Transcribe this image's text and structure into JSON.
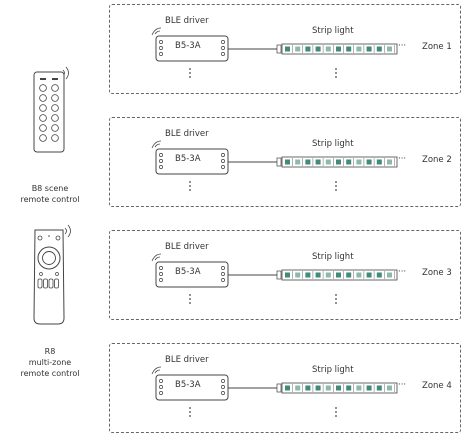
{
  "remotes": [
    {
      "name": "B8 scene",
      "subtitle": "remote control"
    },
    {
      "name": "R8",
      "line2": "multi-zone",
      "subtitle": "remote control"
    }
  ],
  "zones": [
    {
      "driver_label": "BLE driver",
      "driver_model": "B5-3A",
      "strip_label": "Strip light",
      "zone_label": "Zone 1",
      "ellipsis": "···"
    },
    {
      "driver_label": "BLE driver",
      "driver_model": "B5-3A",
      "strip_label": "Strip light",
      "zone_label": "Zone 2",
      "ellipsis": "···"
    },
    {
      "driver_label": "BLE driver",
      "driver_model": "B5-3A",
      "strip_label": "Strip light",
      "zone_label": "Zone 3",
      "ellipsis": "···"
    },
    {
      "driver_label": "BLE driver",
      "driver_model": "B5-3A",
      "strip_label": "Strip light",
      "zone_label": "Zone 4",
      "ellipsis": "···"
    }
  ],
  "icons": {
    "wireless": "wireless-signal-icon",
    "remote": "remote-control-icon",
    "led": "led-strip-icon"
  },
  "colors": {
    "line": "#444444",
    "border": "#666666",
    "led_segment": "#2e7d6b"
  }
}
